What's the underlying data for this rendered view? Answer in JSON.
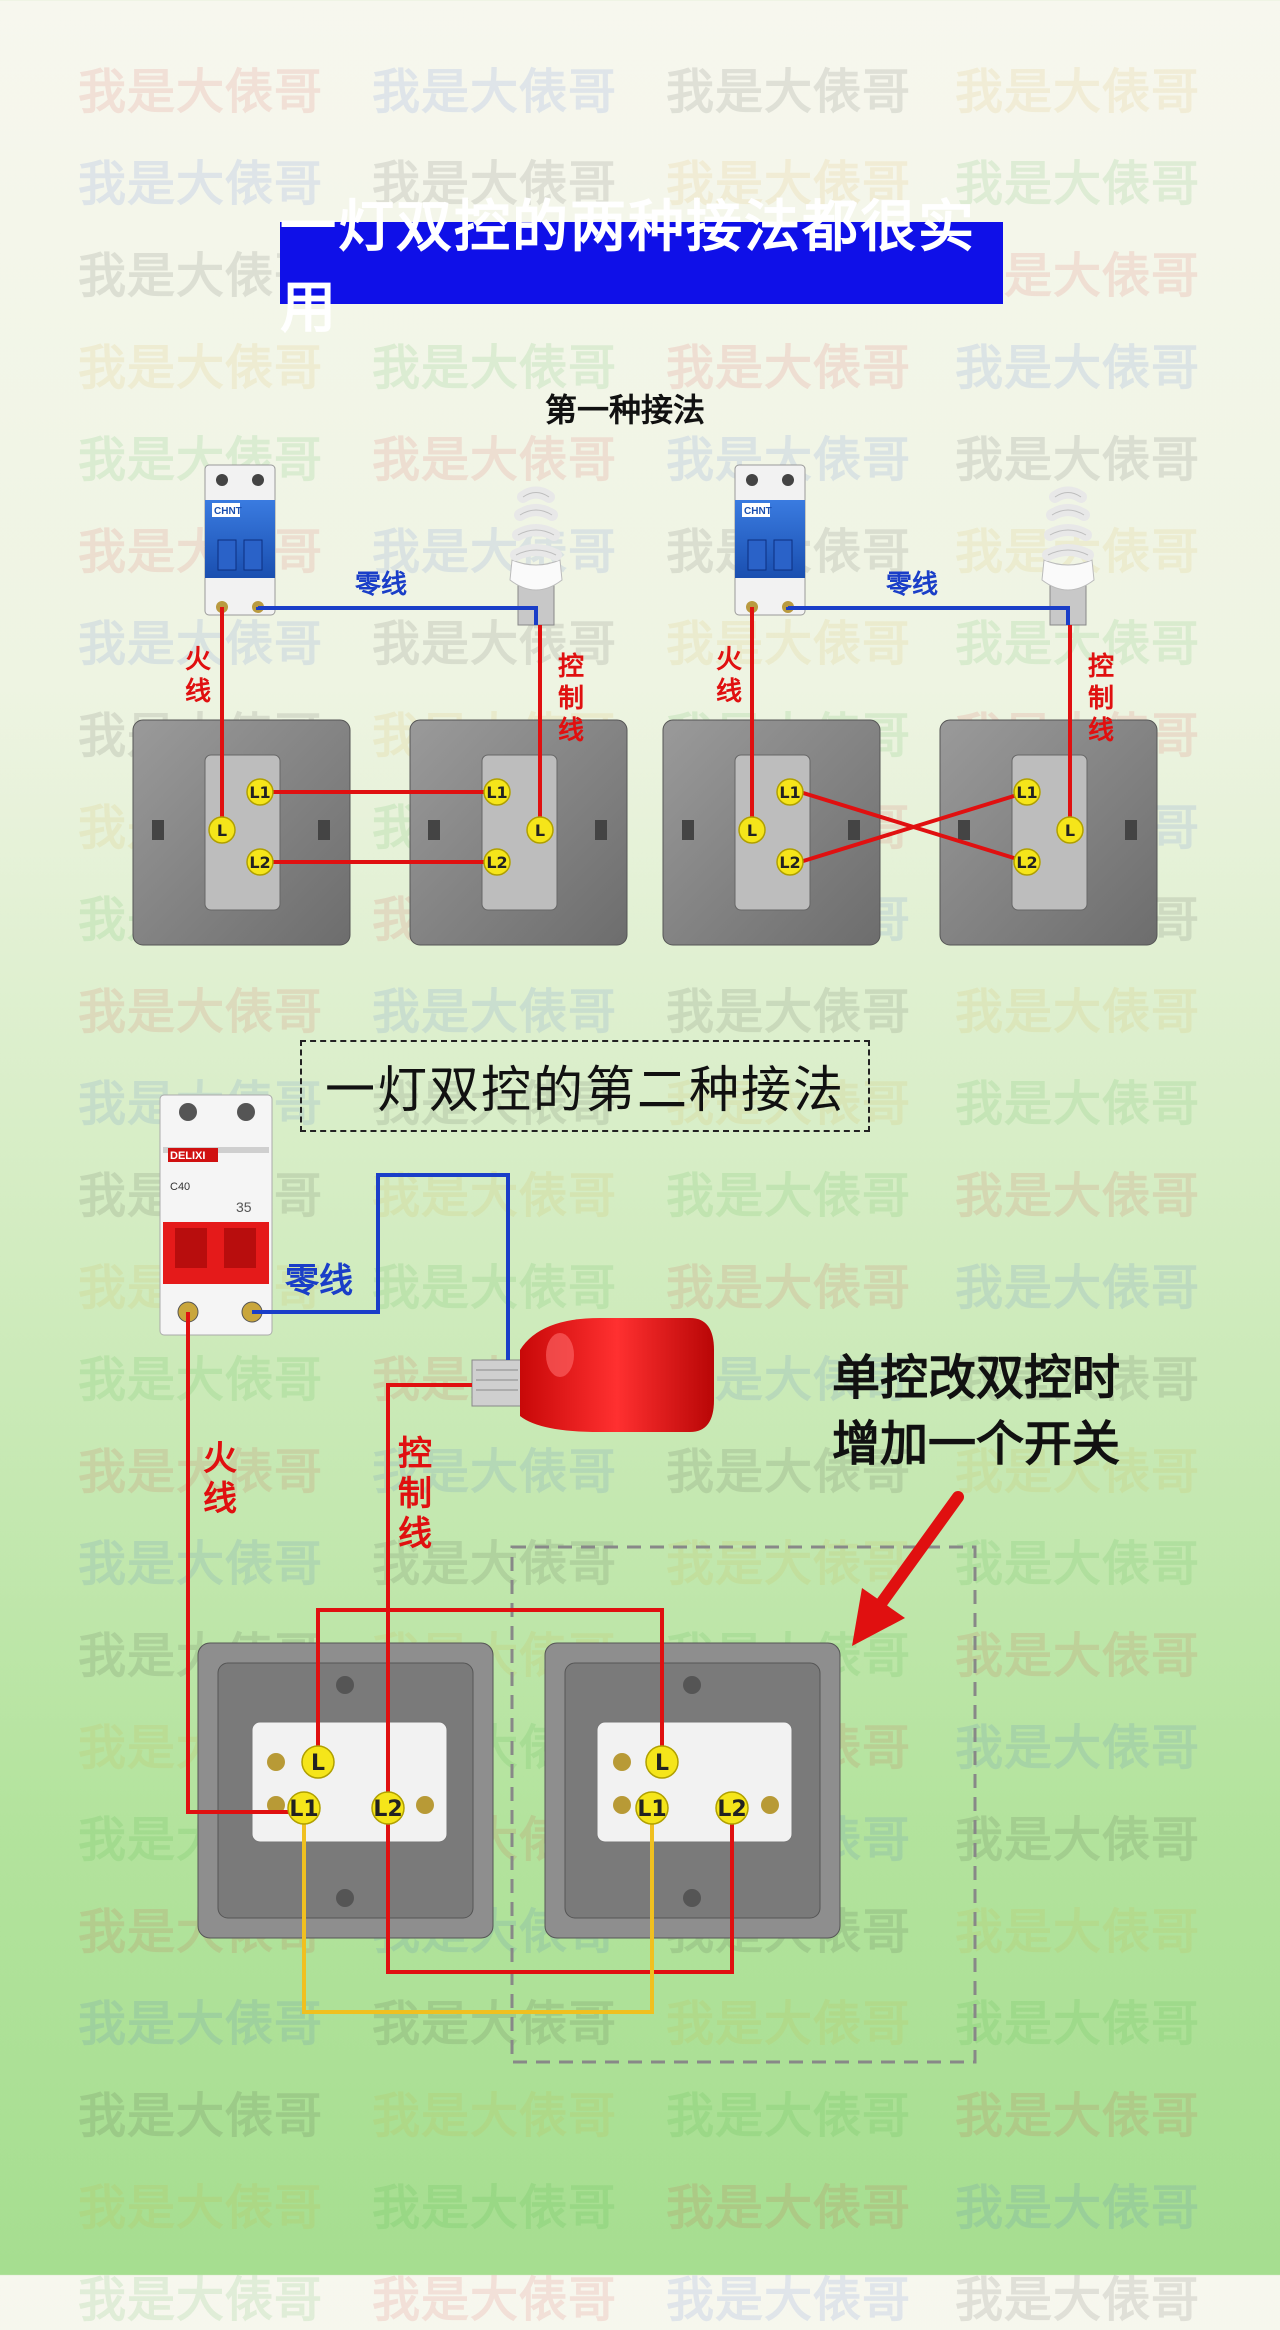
{
  "watermark": {
    "text": "我是大俵哥"
  },
  "title": "一灯双控的两种接法都很实用",
  "method1": {
    "heading": "第一种接法",
    "breaker_brand": "CHNT",
    "left": {
      "neutral_label": "零线",
      "live_label": "火线",
      "control_label": "控制线"
    },
    "right": {
      "neutral_label": "零线",
      "live_label": "火线",
      "control_label": "控制线"
    },
    "terminals": {
      "l1": "L1",
      "l2": "L2",
      "l": "L"
    }
  },
  "method2": {
    "heading": "一灯双控的第二种接法",
    "breaker_brand": "DELIXI",
    "breaker_model": "C40",
    "breaker_number": "35",
    "neutral_label": "零线",
    "live_label": "火线",
    "control_label": "控制线",
    "note_line1": "单控改双控时",
    "note_line2": "增加一个开关",
    "terminals": {
      "l1": "L1",
      "l2": "L2",
      "l": "L"
    }
  },
  "colors": {
    "live": "#e01010",
    "neutral": "#1a3ec8",
    "traveler_yellow": "#f0c020",
    "title_bg": "#0f10e8",
    "panel_gray": "#8a8a8a"
  }
}
